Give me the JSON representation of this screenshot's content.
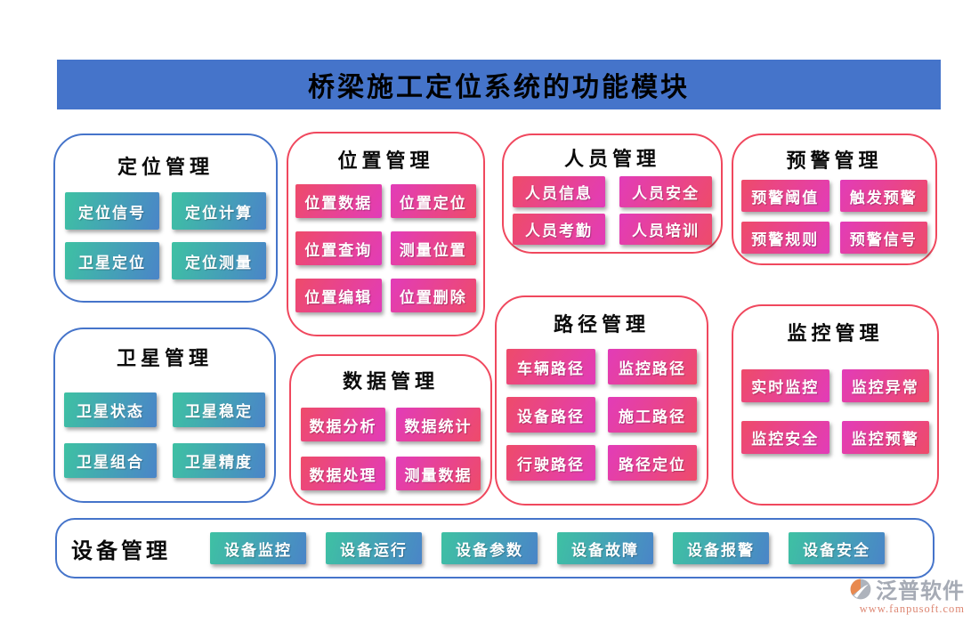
{
  "title": "桥梁施工定位系统的功能模块",
  "panels": [
    {
      "id": "positioning",
      "title": "定位管理",
      "theme": "blue",
      "buttons": [
        "定位信号",
        "定位计算",
        "卫星定位",
        "定位测量"
      ]
    },
    {
      "id": "location",
      "title": "位置管理",
      "theme": "red",
      "buttons": [
        "位置数据",
        "位置定位",
        "位置查询",
        "测量位置",
        "位置编辑",
        "位置删除"
      ]
    },
    {
      "id": "personnel",
      "title": "人员管理",
      "theme": "red",
      "buttons": [
        "人员信息",
        "人员安全",
        "人员考勤",
        "人员培训"
      ]
    },
    {
      "id": "warning",
      "title": "预警管理",
      "theme": "red",
      "buttons": [
        "预警阈值",
        "触发预警",
        "预警规则",
        "预警信号"
      ]
    },
    {
      "id": "satellite",
      "title": "卫星管理",
      "theme": "blue",
      "buttons": [
        "卫星状态",
        "卫星稳定",
        "卫星组合",
        "卫星精度"
      ]
    },
    {
      "id": "data",
      "title": "数据管理",
      "theme": "red",
      "buttons": [
        "数据分析",
        "数据统计",
        "数据处理",
        "测量数据"
      ]
    },
    {
      "id": "path",
      "title": "路径管理",
      "theme": "red",
      "buttons": [
        "车辆路径",
        "监控路径",
        "设备路径",
        "施工路径",
        "行驶路径",
        "路径定位"
      ]
    },
    {
      "id": "monitoring",
      "title": "监控管理",
      "theme": "red",
      "buttons": [
        "实时监控",
        "监控异常",
        "监控安全",
        "监控预警"
      ]
    }
  ],
  "bottom_bar": {
    "title": "设备管理",
    "buttons": [
      "设备监控",
      "设备运行",
      "设备参数",
      "设备故障",
      "设备报警",
      "设备安全"
    ]
  },
  "footer": {
    "brand": "泛普软件",
    "url": "www.fanpusoft.com"
  },
  "colors": {
    "banner_blue": "#4574CA",
    "panel_border_blue": "#4574CA",
    "panel_border_red": "#F0485E",
    "teal_gradient": [
      "#3EC1A3",
      "#4A85C8"
    ],
    "pink_gradient": [
      "#EE4B6A",
      "#E23CB8"
    ],
    "brand_gray": "#A6ABB5",
    "url_salmon": "#DD8672"
  }
}
